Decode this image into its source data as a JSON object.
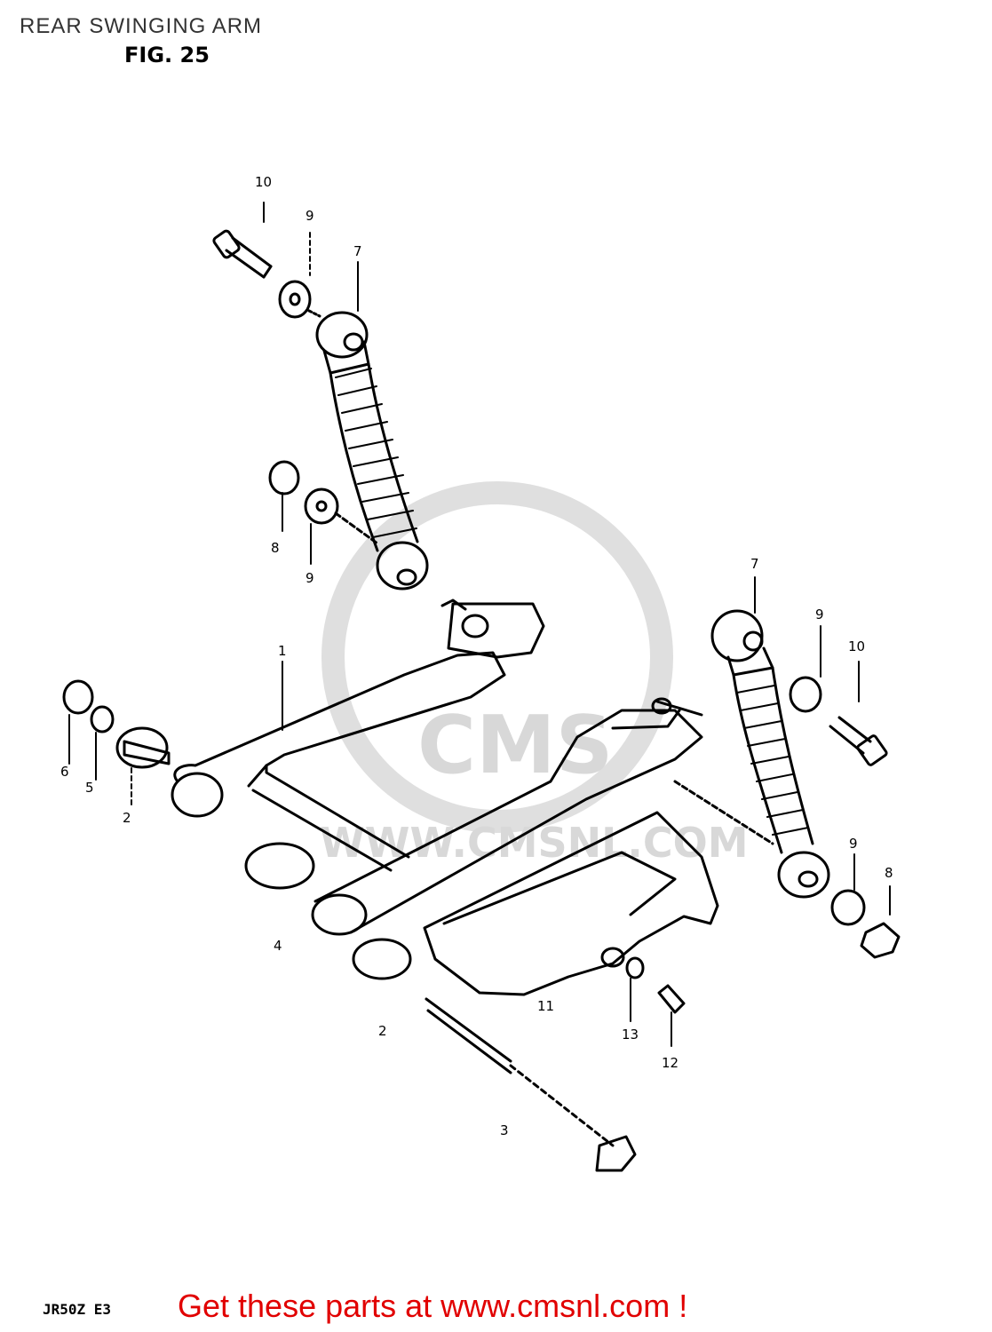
{
  "header": {
    "title": "REAR SWINGING ARM",
    "figure": "FIG. 25"
  },
  "diagram": {
    "callouts": [
      "10",
      "9",
      "7",
      "8",
      "9",
      "7",
      "9",
      "10",
      "1",
      "6",
      "5",
      "2",
      "4",
      "9",
      "8",
      "11",
      "13",
      "12",
      "2",
      "3"
    ],
    "watermark": {
      "logo": "CMS",
      "url": "WWW.CMSNL.COM"
    }
  },
  "footer": {
    "code": "JR50Z E3",
    "cta": "Get these parts at www.cmsnl.com !"
  },
  "colors": {
    "cta": "#e10000",
    "line": "#000000",
    "watermark": "#d4d4d4"
  }
}
